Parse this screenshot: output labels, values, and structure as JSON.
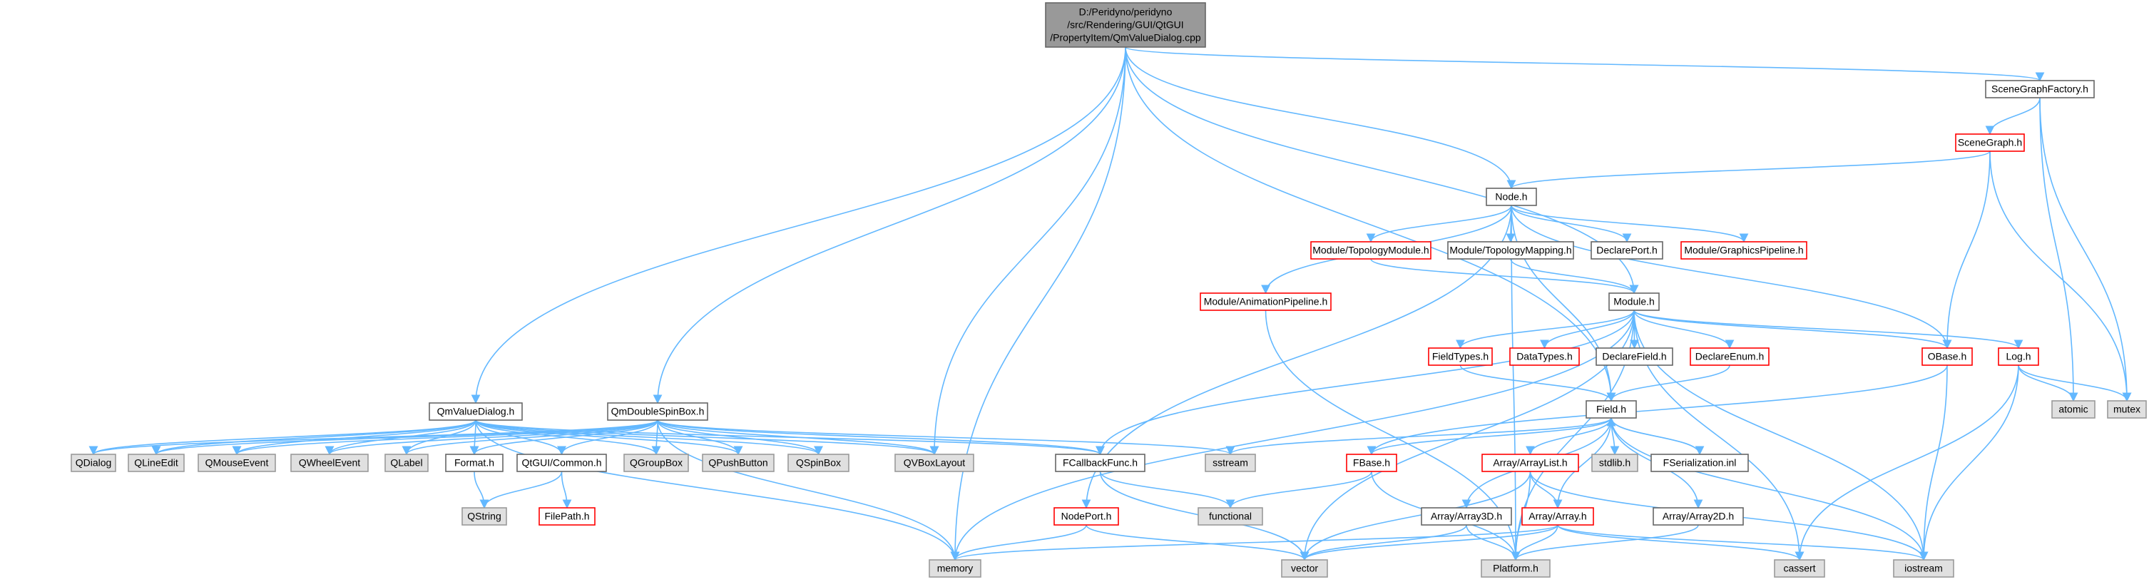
{
  "graph": {
    "colors": {
      "edge": "#63b8ff",
      "root_fill": "#999999",
      "root_border": "#666666",
      "plain_fill": "#ffffff",
      "plain_border": "#666666",
      "red_border": "#ff0000",
      "external_fill": "#e0e0e0",
      "external_border": "#999999"
    },
    "nodes": [
      {
        "id": "root",
        "lines": [
          "D:/Peridyno/peridyno",
          "/src/Rendering/GUI/QtGUI",
          "/PropertyItem/QmValueDialog.cpp"
        ],
        "style": "root"
      },
      {
        "id": "scenegraphfactory",
        "lines": [
          "SceneGraphFactory.h"
        ],
        "style": "plain"
      },
      {
        "id": "scenegraph",
        "lines": [
          "SceneGraph.h"
        ],
        "style": "red"
      },
      {
        "id": "node",
        "lines": [
          "Node.h"
        ],
        "style": "plain"
      },
      {
        "id": "topologymodule",
        "lines": [
          "Module/TopologyModule.h"
        ],
        "style": "red"
      },
      {
        "id": "topologymapping",
        "lines": [
          "Module/TopologyMapping.h"
        ],
        "style": "plain"
      },
      {
        "id": "declareport",
        "lines": [
          "DeclarePort.h"
        ],
        "style": "plain"
      },
      {
        "id": "graphicspipeline",
        "lines": [
          "Module/GraphicsPipeline.h"
        ],
        "style": "red"
      },
      {
        "id": "animationpipeline",
        "lines": [
          "Module/AnimationPipeline.h"
        ],
        "style": "red"
      },
      {
        "id": "module",
        "lines": [
          "Module.h"
        ],
        "style": "plain"
      },
      {
        "id": "fieldtypes",
        "lines": [
          "FieldTypes.h"
        ],
        "style": "red"
      },
      {
        "id": "datatypes",
        "lines": [
          "DataTypes.h"
        ],
        "style": "red"
      },
      {
        "id": "declarefield",
        "lines": [
          "DeclareField.h"
        ],
        "style": "plain"
      },
      {
        "id": "declareenum",
        "lines": [
          "DeclareEnum.h"
        ],
        "style": "red"
      },
      {
        "id": "obase",
        "lines": [
          "OBase.h"
        ],
        "style": "red"
      },
      {
        "id": "log",
        "lines": [
          "Log.h"
        ],
        "style": "red"
      },
      {
        "id": "atomic",
        "lines": [
          "atomic"
        ],
        "style": "external"
      },
      {
        "id": "mutex",
        "lines": [
          "mutex"
        ],
        "style": "external"
      },
      {
        "id": "qmvaluedialog",
        "lines": [
          "QmValueDialog.h"
        ],
        "style": "plain"
      },
      {
        "id": "qmdoublespinbox",
        "lines": [
          "QmDoubleSpinBox.h"
        ],
        "style": "plain"
      },
      {
        "id": "field",
        "lines": [
          "Field.h"
        ],
        "style": "plain"
      },
      {
        "id": "qdialog",
        "lines": [
          "QDialog"
        ],
        "style": "external"
      },
      {
        "id": "qlineedit",
        "lines": [
          "QLineEdit"
        ],
        "style": "external"
      },
      {
        "id": "qmouseevent",
        "lines": [
          "QMouseEvent"
        ],
        "style": "external"
      },
      {
        "id": "qwheelevent",
        "lines": [
          "QWheelEvent"
        ],
        "style": "external"
      },
      {
        "id": "qlabel",
        "lines": [
          "QLabel"
        ],
        "style": "external"
      },
      {
        "id": "format",
        "lines": [
          "Format.h"
        ],
        "style": "plain"
      },
      {
        "id": "qtguicommon",
        "lines": [
          "QtGUI/Common.h"
        ],
        "style": "plain"
      },
      {
        "id": "qgroupbox",
        "lines": [
          "QGroupBox"
        ],
        "style": "external"
      },
      {
        "id": "qpushbutton",
        "lines": [
          "QPushButton"
        ],
        "style": "external"
      },
      {
        "id": "qspinbox",
        "lines": [
          "QSpinBox"
        ],
        "style": "external"
      },
      {
        "id": "qvboxlayout",
        "lines": [
          "QVBoxLayout"
        ],
        "style": "external"
      },
      {
        "id": "fcallbackfunc",
        "lines": [
          "FCallbackFunc.h"
        ],
        "style": "plain"
      },
      {
        "id": "sstream",
        "lines": [
          "sstream"
        ],
        "style": "external"
      },
      {
        "id": "fbase",
        "lines": [
          "FBase.h"
        ],
        "style": "red"
      },
      {
        "id": "arraylist",
        "lines": [
          "Array/ArrayList.h"
        ],
        "style": "red"
      },
      {
        "id": "stdlib",
        "lines": [
          "stdlib.h"
        ],
        "style": "external"
      },
      {
        "id": "fserialization",
        "lines": [
          "FSerialization.inl"
        ],
        "style": "plain"
      },
      {
        "id": "qstring",
        "lines": [
          "QString"
        ],
        "style": "external"
      },
      {
        "id": "filepath",
        "lines": [
          "FilePath.h"
        ],
        "style": "red"
      },
      {
        "id": "functional",
        "lines": [
          "functional"
        ],
        "style": "external"
      },
      {
        "id": "nodeport",
        "lines": [
          "NodePort.h"
        ],
        "style": "red"
      },
      {
        "id": "array3d",
        "lines": [
          "Array/Array3D.h"
        ],
        "style": "plain"
      },
      {
        "id": "array",
        "lines": [
          "Array/Array.h"
        ],
        "style": "red"
      },
      {
        "id": "array2d",
        "lines": [
          "Array/Array2D.h"
        ],
        "style": "plain"
      },
      {
        "id": "memory",
        "lines": [
          "memory"
        ],
        "style": "external"
      },
      {
        "id": "vector",
        "lines": [
          "vector"
        ],
        "style": "external"
      },
      {
        "id": "platform",
        "lines": [
          "Platform.h"
        ],
        "style": "external"
      },
      {
        "id": "cassert",
        "lines": [
          "cassert"
        ],
        "style": "external"
      },
      {
        "id": "iostream",
        "lines": [
          "iostream"
        ],
        "style": "external"
      }
    ],
    "edges": [
      [
        "root",
        "scenegraphfactory"
      ],
      [
        "root",
        "node"
      ],
      [
        "root",
        "module"
      ],
      [
        "root",
        "qmvaluedialog"
      ],
      [
        "root",
        "qmdoublespinbox"
      ],
      [
        "root",
        "qvboxlayout"
      ],
      [
        "root",
        "field"
      ],
      [
        "root",
        "memory"
      ],
      [
        "scenegraphfactory",
        "scenegraph"
      ],
      [
        "scenegraphfactory",
        "atomic"
      ],
      [
        "scenegraphfactory",
        "mutex"
      ],
      [
        "scenegraph",
        "node"
      ],
      [
        "scenegraph",
        "obase"
      ],
      [
        "scenegraph",
        "mutex"
      ],
      [
        "node",
        "topologymodule"
      ],
      [
        "node",
        "topologymapping"
      ],
      [
        "node",
        "declareport"
      ],
      [
        "node",
        "graphicspipeline"
      ],
      [
        "node",
        "animationpipeline"
      ],
      [
        "node",
        "nodeport"
      ],
      [
        "node",
        "obase"
      ],
      [
        "node",
        "field"
      ],
      [
        "node",
        "platform"
      ],
      [
        "topologymodule",
        "module"
      ],
      [
        "topologymapping",
        "module"
      ],
      [
        "module",
        "fieldtypes"
      ],
      [
        "module",
        "datatypes"
      ],
      [
        "module",
        "declarefield"
      ],
      [
        "module",
        "declareenum"
      ],
      [
        "module",
        "obase"
      ],
      [
        "module",
        "log"
      ],
      [
        "module",
        "fcallbackfunc"
      ],
      [
        "module",
        "memory"
      ],
      [
        "module",
        "vector"
      ],
      [
        "module",
        "platform"
      ],
      [
        "module",
        "cassert"
      ],
      [
        "module",
        "iostream"
      ],
      [
        "animationpipeline",
        "platform"
      ],
      [
        "fieldtypes",
        "field"
      ],
      [
        "declareenum",
        "field"
      ],
      [
        "obase",
        "fbase"
      ],
      [
        "obase",
        "iostream"
      ],
      [
        "log",
        "atomic"
      ],
      [
        "log",
        "mutex"
      ],
      [
        "log",
        "cassert"
      ],
      [
        "log",
        "iostream"
      ],
      [
        "qmvaluedialog",
        "qdialog"
      ],
      [
        "qmvaluedialog",
        "qlineedit"
      ],
      [
        "qmvaluedialog",
        "qmouseevent"
      ],
      [
        "qmvaluedialog",
        "qwheelevent"
      ],
      [
        "qmvaluedialog",
        "qlabel"
      ],
      [
        "qmvaluedialog",
        "format"
      ],
      [
        "qmvaluedialog",
        "qtguicommon"
      ],
      [
        "qmvaluedialog",
        "qgroupbox"
      ],
      [
        "qmvaluedialog",
        "qpushbutton"
      ],
      [
        "qmvaluedialog",
        "qspinbox"
      ],
      [
        "qmvaluedialog",
        "qvboxlayout"
      ],
      [
        "qmvaluedialog",
        "fcallbackfunc"
      ],
      [
        "qmvaluedialog",
        "memory"
      ],
      [
        "qmdoublespinbox",
        "qdialog"
      ],
      [
        "qmdoublespinbox",
        "qlineedit"
      ],
      [
        "qmdoublespinbox",
        "qmouseevent"
      ],
      [
        "qmdoublespinbox",
        "qwheelevent"
      ],
      [
        "qmdoublespinbox",
        "qlabel"
      ],
      [
        "qmdoublespinbox",
        "format"
      ],
      [
        "qmdoublespinbox",
        "qtguicommon"
      ],
      [
        "qmdoublespinbox",
        "qgroupbox"
      ],
      [
        "qmdoublespinbox",
        "qpushbutton"
      ],
      [
        "qmdoublespinbox",
        "qspinbox"
      ],
      [
        "qmdoublespinbox",
        "qvboxlayout"
      ],
      [
        "qmdoublespinbox",
        "fcallbackfunc"
      ],
      [
        "qmdoublespinbox",
        "sstream"
      ],
      [
        "qmdoublespinbox",
        "memory"
      ],
      [
        "format",
        "qstring"
      ],
      [
        "qtguicommon",
        "qstring"
      ],
      [
        "qtguicommon",
        "filepath"
      ],
      [
        "fcallbackfunc",
        "functional"
      ],
      [
        "fcallbackfunc",
        "vector"
      ],
      [
        "field",
        "sstream"
      ],
      [
        "field",
        "fbase"
      ],
      [
        "field",
        "arraylist"
      ],
      [
        "field",
        "stdlib"
      ],
      [
        "field",
        "fserialization"
      ],
      [
        "field",
        "array3d"
      ],
      [
        "field",
        "array"
      ],
      [
        "field",
        "array2d"
      ],
      [
        "field",
        "iostream"
      ],
      [
        "fserialization",
        "field"
      ],
      [
        "fbase",
        "functional"
      ],
      [
        "fbase",
        "platform"
      ],
      [
        "arraylist",
        "array"
      ],
      [
        "arraylist",
        "vector"
      ],
      [
        "arraylist",
        "platform"
      ],
      [
        "arraylist",
        "iostream"
      ],
      [
        "nodeport",
        "memory"
      ],
      [
        "nodeport",
        "vector"
      ],
      [
        "array3d",
        "vector"
      ],
      [
        "array3d",
        "platform"
      ],
      [
        "array",
        "platform"
      ],
      [
        "array",
        "vector"
      ],
      [
        "array",
        "memory"
      ],
      [
        "array",
        "cassert"
      ],
      [
        "array",
        "iostream"
      ],
      [
        "array2d",
        "platform"
      ]
    ]
  }
}
